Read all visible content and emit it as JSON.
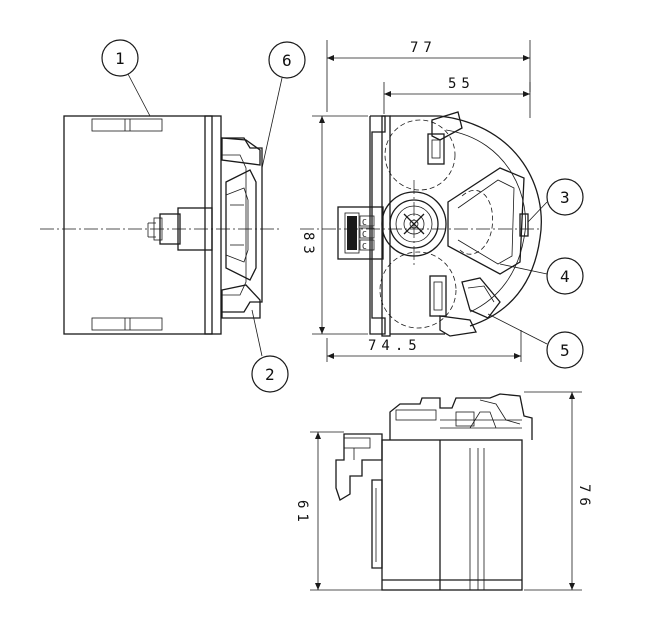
{
  "callouts": [
    {
      "label": "1"
    },
    {
      "label": "2"
    },
    {
      "label": "3"
    },
    {
      "label": "4"
    },
    {
      "label": "5"
    },
    {
      "label": "6"
    }
  ],
  "dimensions": {
    "overall_width": "77",
    "partial_width": "55",
    "height": "83",
    "bottom_width": "74.5",
    "side_short": "61",
    "side_tall": "76"
  },
  "connector_marks": [
    "C",
    "C",
    "C"
  ]
}
